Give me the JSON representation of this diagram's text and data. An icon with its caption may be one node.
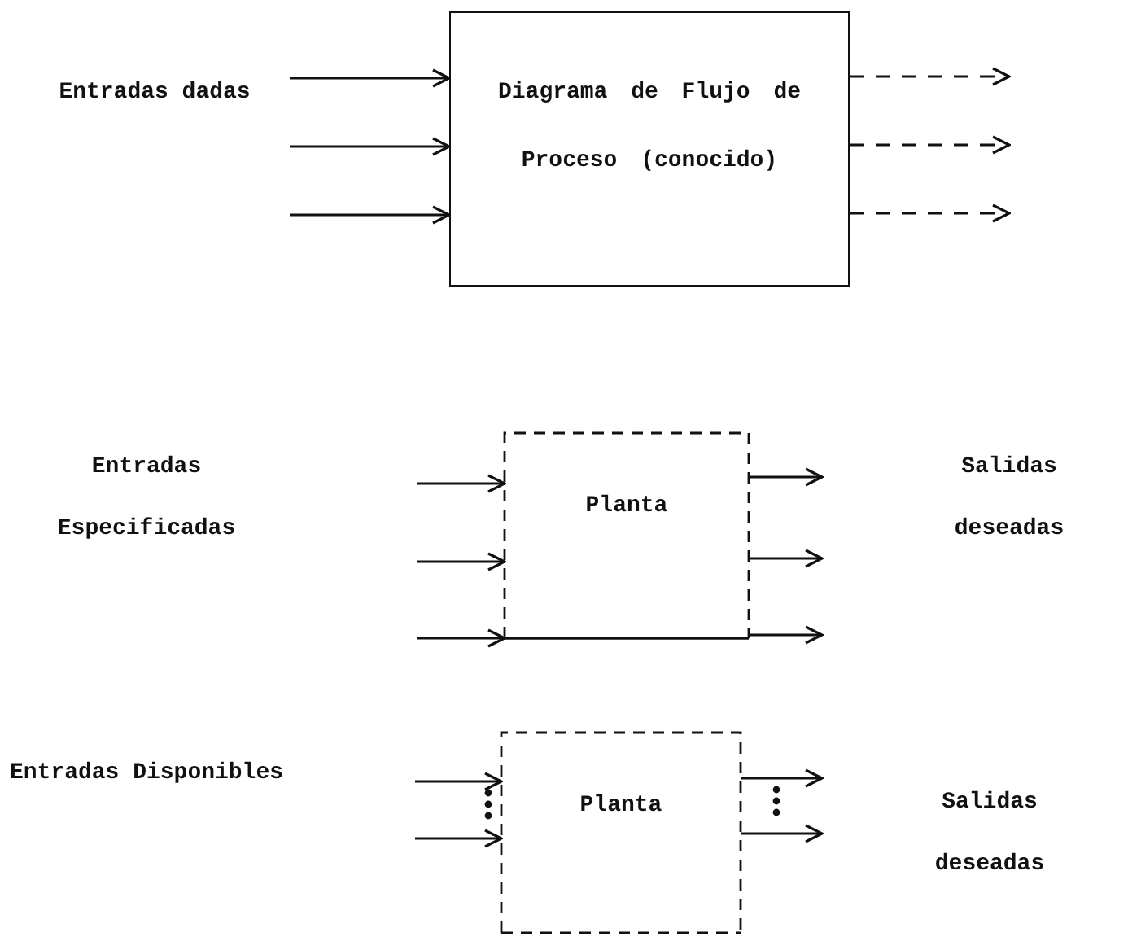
{
  "diagram": {
    "nodes": [
      {
        "text": [
          "Diagrama de Flujo de Proceso (conocido)"
        ]
      },
      {
        "text": [
          "Planta"
        ]
      },
      {
        "text": [
          "Planta"
        ]
      }
    ],
    "edges": [
      {
        "from": null,
        "to": 0,
        "arrow": "to"
      },
      {
        "from": null,
        "to": 0,
        "arrow": "to"
      },
      {
        "from": null,
        "to": 0,
        "arrow": "to"
      },
      {
        "from": 0,
        "to": null,
        "arrow": "to",
        "style": "dashed"
      },
      {
        "from": 0,
        "to": null,
        "arrow": "to",
        "style": "dashed"
      },
      {
        "from": 0,
        "to": null,
        "arrow": "to",
        "style": "dashed"
      },
      {
        "from": null,
        "to": 1,
        "arrow": "to"
      },
      {
        "from": null,
        "to": 1,
        "arrow": "to"
      },
      {
        "from": null,
        "to": 1,
        "arrow": "to"
      },
      {
        "from": 1,
        "to": null,
        "arrow": "to"
      },
      {
        "from": 1,
        "to": null,
        "arrow": "to"
      },
      {
        "from": 1,
        "to": null,
        "arrow": "to"
      },
      {
        "from": null,
        "to": 2,
        "arrow": "to"
      },
      {
        "from": null,
        "to": 2,
        "arrow": "to"
      },
      {
        "from": 2,
        "to": null,
        "arrow": "to"
      },
      {
        "from": 2,
        "to": null,
        "arrow": "to"
      }
    ],
    "labels": [
      "Entradas dadas",
      "Entradas Especificadas",
      "Salidas deseadas",
      "Entradas Disponibles",
      "Salidas deseadas"
    ]
  }
}
